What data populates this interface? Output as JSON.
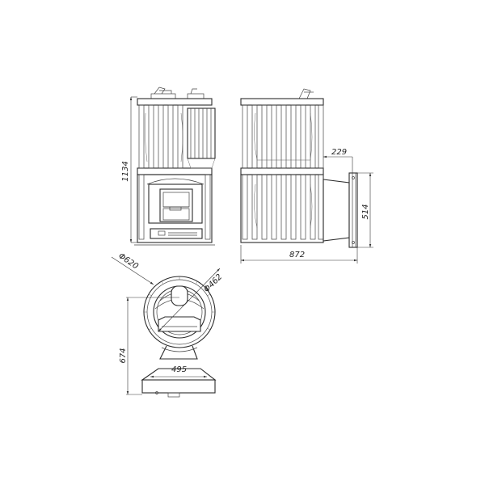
{
  "dimensions": {
    "height_front": "1134",
    "offset_side": "229",
    "outlet_height": "514",
    "total_length": "872",
    "outer_diameter": "Φ620",
    "inner_diameter": "Φ462",
    "depth_top": "674",
    "base_width": "495"
  }
}
